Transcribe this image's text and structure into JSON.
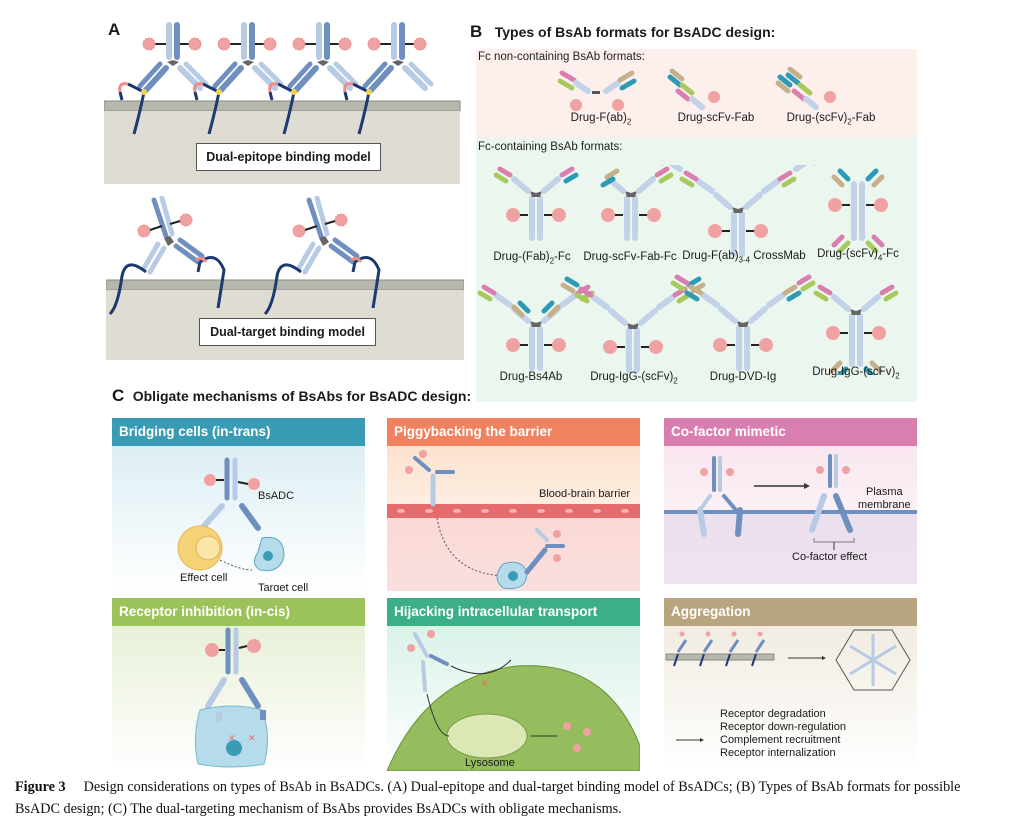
{
  "panel_a": {
    "letter": "A",
    "dual_epitope_label": "Dual-epitope binding model",
    "dual_target_label": "Dual-target binding model"
  },
  "panel_b": {
    "letter": "B",
    "title": "Types of BsAb formats for BsADC design:",
    "fc_non_containing": {
      "heading": "Fc non-containing BsAb formats:",
      "formats": [
        {
          "base": "Drug-F(ab)",
          "sub": "2",
          "suffix": ""
        },
        {
          "base": "Drug-scFv-Fab",
          "sub": "",
          "suffix": ""
        },
        {
          "base": "Drug-(scFv)",
          "sub": "2",
          "suffix": "-Fab"
        }
      ]
    },
    "fc_containing": {
      "heading": "Fc-containing BsAb formats:",
      "formats": [
        {
          "base": "Drug-(Fab)",
          "sub": "2",
          "suffix": "-Fc"
        },
        {
          "base": "Drug-scFv-Fab-Fc",
          "sub": "",
          "suffix": ""
        },
        {
          "base": "Drug-F(ab)",
          "sub": "3-4",
          "suffix": " CrossMab"
        },
        {
          "base": "Drug-(scFv)",
          "sub": "4",
          "suffix": "-Fc"
        },
        {
          "base": "Drug-Bs4Ab",
          "sub": "",
          "suffix": ""
        },
        {
          "base": "Drug-IgG-(scFv)",
          "sub": "2",
          "suffix": ""
        },
        {
          "base": "Drug-DVD-Ig",
          "sub": "",
          "suffix": ""
        },
        {
          "base": "Drug-IgG-(scFv)",
          "sub": "2",
          "suffix": ""
        }
      ]
    }
  },
  "panel_c": {
    "letter": "C",
    "title": "Obligate mechanisms of BsAbs for BsADC design:",
    "mechanisms": [
      {
        "title": "Bridging cells (in-trans)",
        "color": "#3a9bb5",
        "labels": {
          "bsadc": "BsADC",
          "effect": "Effect cell",
          "target": "Target cell"
        }
      },
      {
        "title": "Piggybacking the barrier",
        "color": "#f0825f",
        "labels": {
          "barrier": "Blood-brain barrier"
        }
      },
      {
        "title": "Co-factor mimetic",
        "color": "#d97fb0",
        "labels": {
          "plasma1": "Plasma",
          "plasma2": "membrane",
          "effect": "Co-factor effect"
        }
      },
      {
        "title": "Receptor inhibition (in-cis)",
        "color": "#9cc25a",
        "labels": {}
      },
      {
        "title": "Hijacking intracellular transport",
        "color": "#3daf86",
        "labels": {
          "lysosome": "Lysosome"
        }
      },
      {
        "title": "Aggregation",
        "color": "#b8a47e",
        "labels": {
          "outcomes": [
            "Receptor degradation",
            "Receptor down-regulation",
            "Complement recruitment",
            "Receptor internalization"
          ]
        }
      }
    ]
  },
  "caption": {
    "label": "Figure 3",
    "text": "Design considerations on types of BsAb in BsADCs. (A) Dual-epitope and dual-target binding model of BsADCs; (B) Types of BsAb formats for possible BsADC design; (C) The dual-targeting mechanism of BsAbs provides BsADCs with obligate mechanisms."
  }
}
